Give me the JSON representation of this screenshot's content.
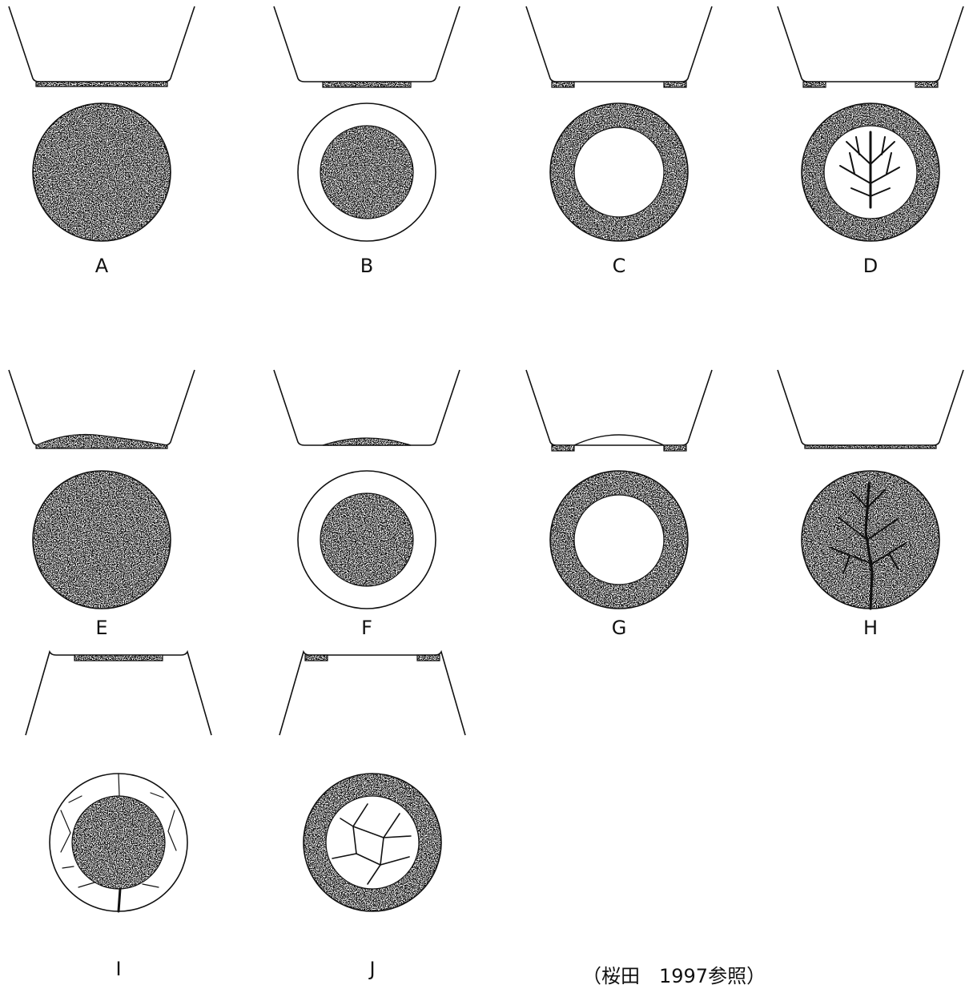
{
  "panels": [
    {
      "label": "A",
      "profile": "full-plug",
      "plan": "full-disc",
      "cracks": "none"
    },
    {
      "label": "B",
      "profile": "center-plug",
      "plan": "center-disc",
      "cracks": "none"
    },
    {
      "label": "C",
      "profile": "rim-plugs",
      "plan": "ring",
      "cracks": "none"
    },
    {
      "label": "D",
      "profile": "rim-plugs",
      "plan": "ring",
      "cracks": "center-branching"
    },
    {
      "label": "E",
      "profile": "mound-full",
      "plan": "full-disc",
      "cracks": "none"
    },
    {
      "label": "F",
      "profile": "mound-center",
      "plan": "center-disc",
      "cracks": "none"
    },
    {
      "label": "G",
      "profile": "rim-plugs-arched",
      "plan": "ring",
      "cracks": "none"
    },
    {
      "label": "H",
      "profile": "thin-full-layer",
      "plan": "full-disc",
      "cracks": "through-disc"
    },
    {
      "label": "I",
      "profile": "center-plug",
      "plan": "center-disc",
      "cracks": "outer-annulus"
    },
    {
      "label": "J",
      "profile": "rim-plugs",
      "plan": "ring",
      "cracks": "center-polygonal"
    }
  ],
  "source_note": "（桜田　1997参照）",
  "colors": {
    "ink": "#111111",
    "stipple": "#1a1a1a"
  }
}
